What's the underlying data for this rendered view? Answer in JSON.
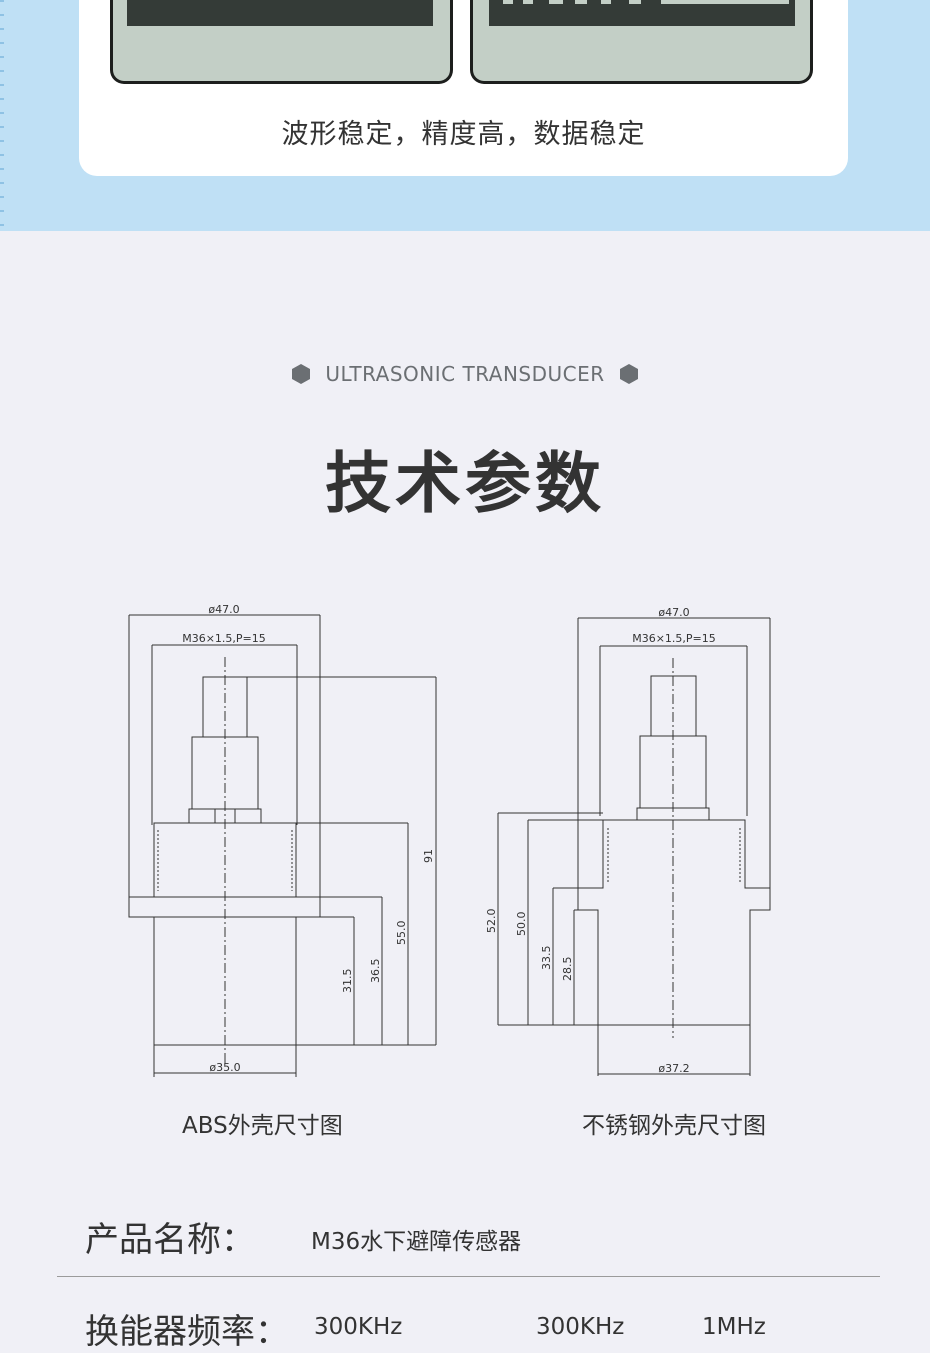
{
  "top_card": {
    "caption": "波形稳定，精度高，数据稳定"
  },
  "section": {
    "subtitle": "ULTRASONIC TRANSDUCER",
    "title": "技术参数"
  },
  "diagrams": {
    "abs": {
      "caption": "ABS外壳尺寸图",
      "labels": {
        "outer_diameter": "ø47.0",
        "thread": "M36×1.5,P=15",
        "total_height": "91",
        "h55": "55.0",
        "h36": "36.5",
        "h31": "31.5",
        "bottom_diameter": "ø35.0"
      }
    },
    "steel": {
      "caption": "不锈钢外壳尺寸图",
      "labels": {
        "outer_diameter": "ø47.0",
        "thread": "M36×1.5,P=15",
        "h52": "52.0",
        "h50": "50.0",
        "h33": "33.5",
        "h28": "28.5",
        "bottom_diameter": "ø37.2"
      }
    }
  },
  "specs": {
    "product_name": {
      "label": "产品名称：",
      "value": "M36水下避障传感器"
    },
    "frequency": {
      "label": "换能器频率：",
      "values": [
        "300KHz",
        "300KHz",
        "1MHz"
      ]
    }
  },
  "colors": {
    "top_band": "#bfe0f5",
    "page_bg": "#f0f0f6",
    "lcd_bg": "#c3cfc6",
    "lcd_dark": "#343b37",
    "text_dark": "#333333",
    "hex_icon": "#6b6f73"
  }
}
